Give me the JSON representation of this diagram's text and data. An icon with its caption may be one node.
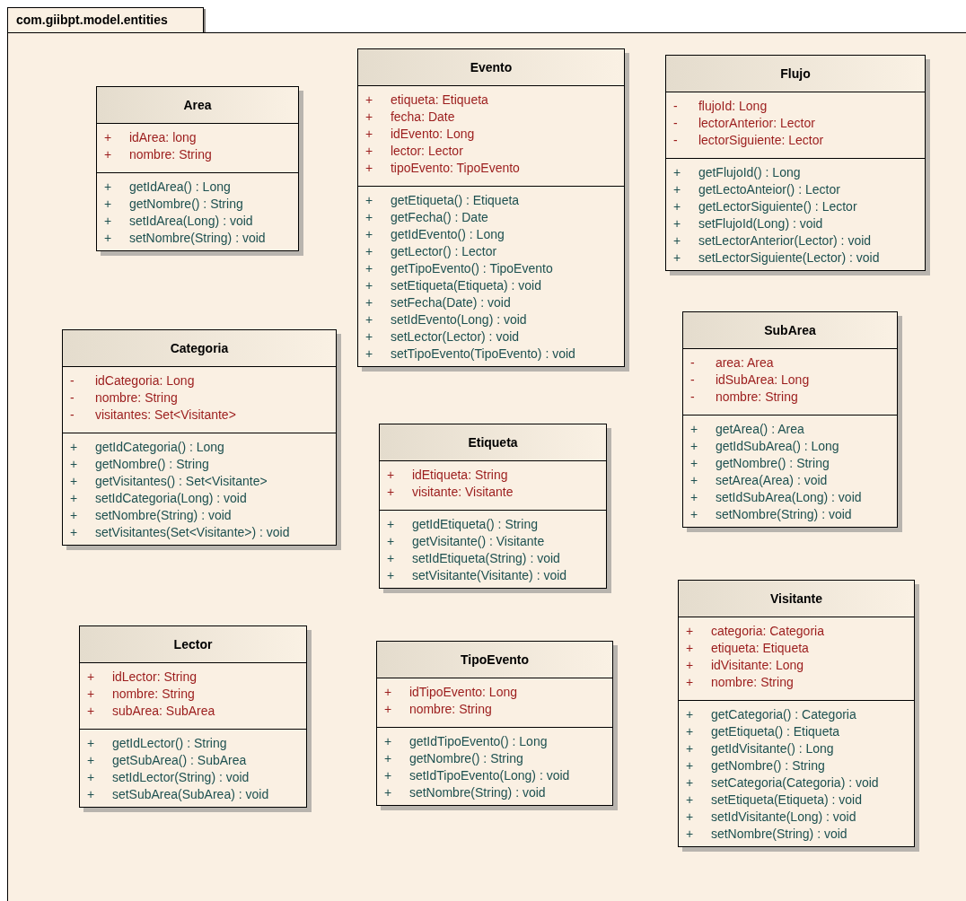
{
  "diagram": {
    "nodes": [
      {
        "text": [
          "com.giibpt.model.entities"
        ]
      },
      {
        "text": [
          "Area"
        ],
        "in": 0
      },
      {
        "text": [
          "+ idArea: long",
          "+ nombre: String"
        ],
        "in": 1
      },
      {
        "text": [
          "+ getIdArea() : Long",
          "+ getNombre() : String",
          "+ setIdArea(Long) : void",
          "+ setNombre(String) : void"
        ],
        "in": 1
      },
      {
        "text": [
          "Evento"
        ],
        "in": 0
      },
      {
        "text": [
          "+ etiqueta: Etiqueta",
          "+ fecha: Date",
          "+ idEvento: Long",
          "+ lector: Lector",
          "+ tipoEvento: TipoEvento"
        ],
        "in": 4
      },
      {
        "text": [
          "+ getEtiqueta() : Etiqueta",
          "+ getFecha() : Date",
          "+ getIdEvento() : Long",
          "+ getLector() : Lector",
          "+ getTipoEvento() : TipoEvento",
          "+ setEtiqueta(Etiqueta) : void",
          "+ setFecha(Date) : void",
          "+ setIdEvento(Long) : void",
          "+ setLector(Lector) : void",
          "+ setTipoEvento(TipoEvento) : void"
        ],
        "in": 4
      },
      {
        "text": [
          "Flujo"
        ],
        "in": 0
      },
      {
        "text": [
          "- flujoId: Long",
          "- lectorAnterior: Lector",
          "- lectorSiguiente: Lector"
        ],
        "in": 7
      },
      {
        "text": [
          "+ getFlujoId() : Long",
          "+ getLectoAnteior() : Lector",
          "+ getLectorSiguiente() : Lector",
          "+ setFlujoId(Long) : void",
          "+ setLectorAnterior(Lector) : void",
          "+ setLectorSiguiente(Lector) : void"
        ],
        "in": 7
      },
      {
        "text": [
          "Categoria"
        ],
        "in": 0
      },
      {
        "text": [
          "- idCategoria: Long",
          "- nombre: String",
          "- visitantes: Set<Visitante>"
        ],
        "in": 10
      },
      {
        "text": [
          "+ getIdCategoria() : Long",
          "+ getNombre() : String",
          "+ getVisitantes() : Set<Visitante>",
          "+ setIdCategoria(Long) : void",
          "+ setNombre(String) : void",
          "+ setVisitantes(Set<Visitante>) : void"
        ],
        "in": 10
      },
      {
        "text": [
          "SubArea"
        ],
        "in": 0
      },
      {
        "text": [
          "- area: Area",
          "- idSubArea: Long",
          "- nombre: String"
        ],
        "in": 13
      },
      {
        "text": [
          "+ getArea() : Area",
          "+ getIdSubArea() : Long",
          "+ getNombre() : String",
          "+ setArea(Area) : void",
          "+ setIdSubArea(Long) : void",
          "+ setNombre(String) : void"
        ],
        "in": 13
      },
      {
        "text": [
          "Etiqueta"
        ],
        "in": 0
      },
      {
        "text": [
          "+ idEtiqueta: String",
          "+ visitante: Visitante"
        ],
        "in": 16
      },
      {
        "text": [
          "+ getIdEtiqueta() : String",
          "+ getVisitante() : Visitante",
          "+ setIdEtiqueta(String) : void",
          "+ setVisitante(Visitante) : void"
        ],
        "in": 16
      },
      {
        "text": [
          "Visitante"
        ],
        "in": 0
      },
      {
        "text": [
          "+ categoria: Categoria",
          "+ etiqueta: Etiqueta",
          "+ idVisitante: Long",
          "+ nombre: String"
        ],
        "in": 19
      },
      {
        "text": [
          "+ getCategoria() : Categoria",
          "+ getEtiqueta() : Etiqueta",
          "+ getIdVisitante() : Long",
          "+ getNombre() : String",
          "+ setCategoria(Categoria) : void",
          "+ setEtiqueta(Etiqueta) : void",
          "+ setIdVisitante(Long) : void",
          "+ setNombre(String) : void"
        ],
        "in": 19
      },
      {
        "text": [
          "Lector"
        ],
        "in": 0
      },
      {
        "text": [
          "+ idLector: String",
          "+ nombre: String",
          "+ subArea: SubArea"
        ],
        "in": 22
      },
      {
        "text": [
          "+ getIdLector() : String",
          "+ getSubArea() : SubArea",
          "+ setIdLector(String) : void",
          "+ setSubArea(SubArea) : void"
        ],
        "in": 22
      },
      {
        "text": [
          "TipoEvento"
        ],
        "in": 0
      },
      {
        "text": [
          "+ idTipoEvento: Long",
          "+ nombre: String"
        ],
        "in": 25
      },
      {
        "text": [
          "+ getIdTipoEvento() : Long",
          "+ getNombre() : String",
          "+ setIdTipoEvento(Long) : void",
          "+ setNombre(String) : void"
        ],
        "in": 25
      }
    ]
  }
}
